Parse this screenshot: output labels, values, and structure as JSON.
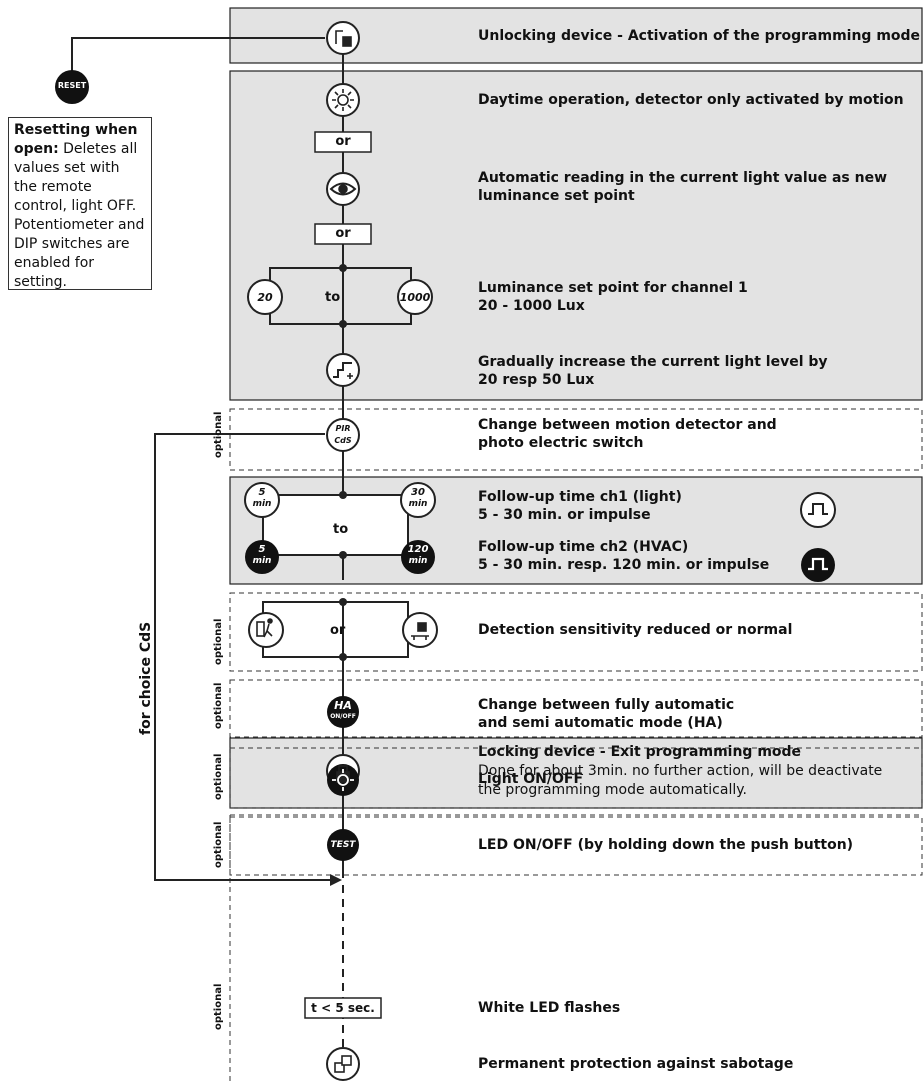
{
  "reset": {
    "button_label": "RESET",
    "title": "Resetting when open:",
    "text": " Deletes all values set with the remote control, light OFF. Potentiometer and DIP switches are enabled for setting."
  },
  "connectors": {
    "or": "or",
    "to": "to",
    "for_choice": "for choice CdS",
    "timer": "t < 5 sec."
  },
  "optional_label": "optional",
  "steps": {
    "unlock": "Unlocking device - Activation of the programming mode",
    "daytime": "Daytime operation, detector only activated by motion",
    "auto_read_1": "Automatic reading in the current light value as new",
    "auto_read_2": "luminance set point",
    "lum_1": "Luminance set point for channel 1",
    "lum_2": "20 - 1000 Lux",
    "increase_1": "Gradually increase the current light level by",
    "increase_2": "20 resp 50 Lux",
    "pir_1": "Change between motion detector and",
    "pir_2": "photo electric switch",
    "follow1_1": "Follow-up time ch1 (light)",
    "follow1_2": "5 - 30 min. or impulse",
    "follow2_1": "Follow-up time ch2 (HVAC)",
    "follow2_2": "5 - 30 min. resp. 120 min. or impulse",
    "sensitivity": "Detection sensitivity reduced or normal",
    "ha_1": "Change between fully automatic",
    "ha_2": "and semi automatic mode (HA)",
    "light": "Light ON/OFF",
    "led": "LED ON/OFF (by holding down the push button)",
    "lock_1": "Locking device - Exit programming mode",
    "lock_2": "Done for about 3min. no further action, will be deactivate",
    "lock_3": "the programming mode automatically.",
    "white_led": "White LED flashes",
    "sabotage": "Permanent protection against sabotage"
  },
  "badges": {
    "lux_min": "20",
    "lux_max": "1000",
    "t5": "5",
    "t30": "30",
    "t120": "120",
    "unit": "min",
    "pir": "PIR",
    "cds": "CdS",
    "ha": "HA",
    "ha_sub": "ON/OFF",
    "test": "TEST"
  }
}
